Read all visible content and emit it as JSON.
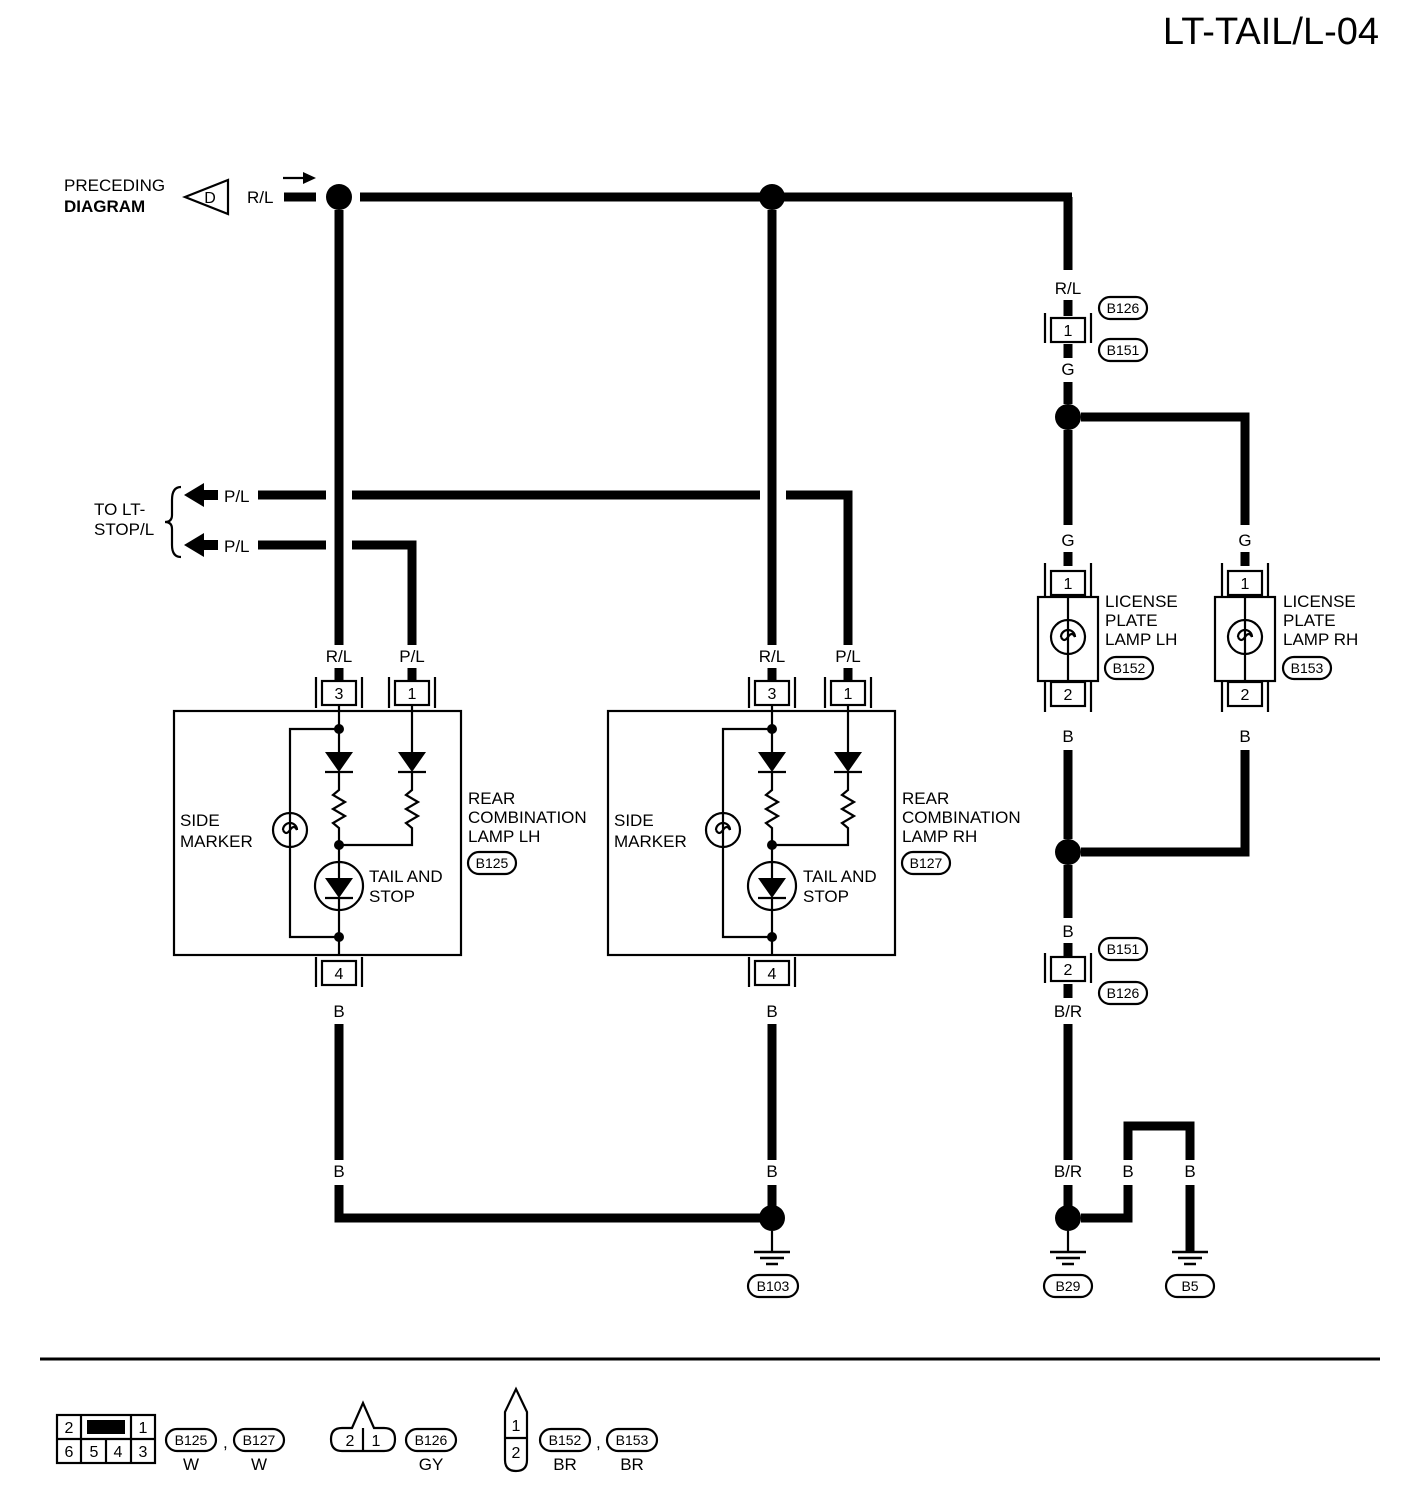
{
  "title": "LT-TAIL/L-04",
  "preceding": {
    "line1": "PRECEDING",
    "line2": "DIAGRAM",
    "connector": "D",
    "wire": "R/L"
  },
  "to_stop": {
    "line1": "TO LT-",
    "line2": "STOP/L",
    "wire1": "P/L",
    "wire2": "P/L"
  },
  "lamp_lh": {
    "wire_top_left": "R/L",
    "wire_top_right": "P/L",
    "pin_a": "3",
    "pin_b": "1",
    "pin_bottom": "4",
    "side1": "SIDE",
    "side2": "MARKER",
    "tail1": "TAIL AND",
    "tail2": "STOP",
    "name1": "REAR",
    "name2": "COMBINATION",
    "name3": "LAMP LH",
    "connector": "B125",
    "wire_bottom": "B",
    "wire_lower": "B"
  },
  "lamp_rh": {
    "wire_top_left": "R/L",
    "wire_top_right": "P/L",
    "pin_a": "3",
    "pin_b": "1",
    "pin_bottom": "4",
    "side1": "SIDE",
    "side2": "MARKER",
    "tail1": "TAIL AND",
    "tail2": "STOP",
    "name1": "REAR",
    "name2": "COMBINATION",
    "name3": "LAMP RH",
    "connector": "B127",
    "wire_bottom": "B",
    "wire_lower": "B"
  },
  "joint_top": {
    "wire_above": "R/L",
    "connector_a": "B126",
    "pin": "1",
    "connector_b": "B151",
    "wire_below": "G"
  },
  "plate_lh": {
    "wire_top": "G",
    "pin_top": "1",
    "pin_bottom": "2",
    "wire_bottom": "B",
    "name1": "LICENSE",
    "name2": "PLATE",
    "name3": "LAMP LH",
    "connector": "B152"
  },
  "plate_rh": {
    "wire_top": "G",
    "pin_top": "1",
    "pin_bottom": "2",
    "wire_bottom": "B",
    "name1": "LICENSE",
    "name2": "PLATE",
    "name3": "LAMP RH",
    "connector": "B153"
  },
  "joint_bottom": {
    "wire_above": "B",
    "connector_a": "B151",
    "pin": "2",
    "connector_b": "B126",
    "wire_below": "B/R"
  },
  "grounds": {
    "b103": "B103",
    "b29": "B29",
    "b5": "B5",
    "wire_br": "B/R",
    "wire_b1": "B",
    "wire_b2": "B"
  },
  "legend": {
    "conn6_pins": [
      "2",
      "1",
      "6",
      "5",
      "4",
      "3"
    ],
    "conn6_ids": [
      "B125",
      "B127"
    ],
    "conn6_colors": [
      "W",
      "W"
    ],
    "conn2_pins": [
      "2",
      "1"
    ],
    "conn2_id": "B126",
    "conn2_color": "GY",
    "conn2v_pins": [
      "1",
      "2"
    ],
    "conn2v_ids": [
      "B152",
      "B153"
    ],
    "conn2v_colors": [
      "BR",
      "BR"
    ],
    "sep": ","
  }
}
